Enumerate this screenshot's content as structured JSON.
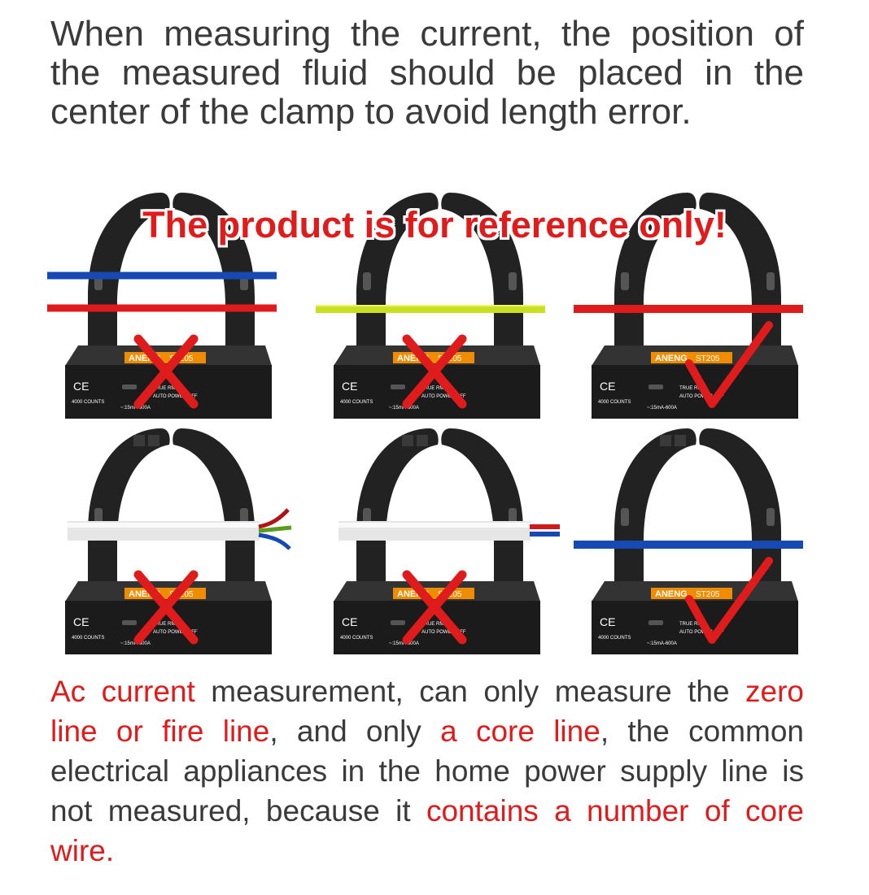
{
  "intro_text": "When measuring the current, the position of the measured fluid should be placed in the center of the clamp to avoid length error.",
  "banner_text": "The product is for reference only!",
  "panel_text": {
    "brand": "ANENG",
    "model": "ST205",
    "ce_mark": "CE",
    "counts": "4000 COUNTS",
    "rms": "TRUE RMS",
    "power": "AUTO POWER OFF",
    "range": "~:15mA-600A"
  },
  "colors": {
    "accent_red": "#e01b1b",
    "wire_blue": "#1749b5",
    "wire_red": "#e01b1b",
    "wire_yellow_green": "#c8e020",
    "clamp_body": "#222222",
    "cable_white": "#e6e6e6"
  },
  "scenarios": [
    {
      "label": "two separate wires (blue and red) through the clamp",
      "verdict": "wrong",
      "mark_icon": "cross-mark-icon"
    },
    {
      "label": "single yellow-green wire through the clamp",
      "verdict": "wrong",
      "mark_icon": "cross-mark-icon"
    },
    {
      "label": "single red wire through the clamp",
      "verdict": "correct",
      "mark_icon": "check-mark-icon"
    },
    {
      "label": "multi-core cable with three cores through the clamp",
      "verdict": "wrong",
      "mark_icon": "cross-mark-icon"
    },
    {
      "label": "two-core cable through the clamp",
      "verdict": "wrong",
      "mark_icon": "cross-mark-icon"
    },
    {
      "label": "single blue wire through the clamp",
      "verdict": "correct",
      "mark_icon": "check-mark-icon"
    }
  ],
  "outro": {
    "part1_red": "Ac current",
    "part2": " measurement, can only measure the ",
    "part3_red": "zero line or fire line",
    "part4": ", and only ",
    "part5_red": "a core line",
    "part6": ", the common electrical appliances in the home power supply line is not measured, because it ",
    "part7_red": "contains a number of core wire."
  }
}
